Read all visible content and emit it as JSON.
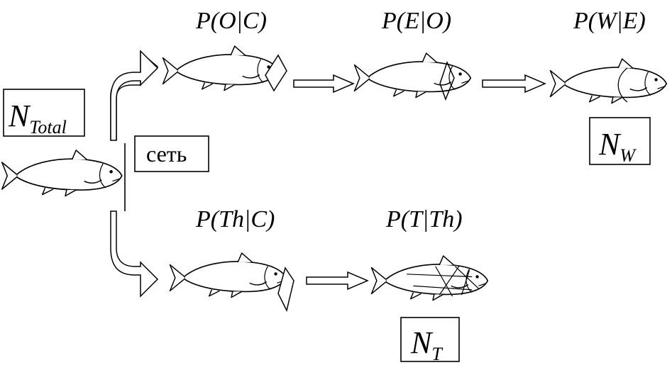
{
  "totals": {
    "total": {
      "base": "N",
      "sub": "Total"
    },
    "w": {
      "base": "N",
      "sub": "W"
    },
    "t": {
      "base": "N",
      "sub": "T"
    }
  },
  "gear_label": "сеть",
  "probabilities": {
    "o_given_c": "P(O|C)",
    "e_given_o": "P(E|O)",
    "w_given_e": "P(W|E)",
    "th_given_c": "P(Th|C)",
    "t_given_th": "P(T|Th)"
  },
  "icons": [
    "fish-icon",
    "net-icon",
    "arrow-icon"
  ]
}
